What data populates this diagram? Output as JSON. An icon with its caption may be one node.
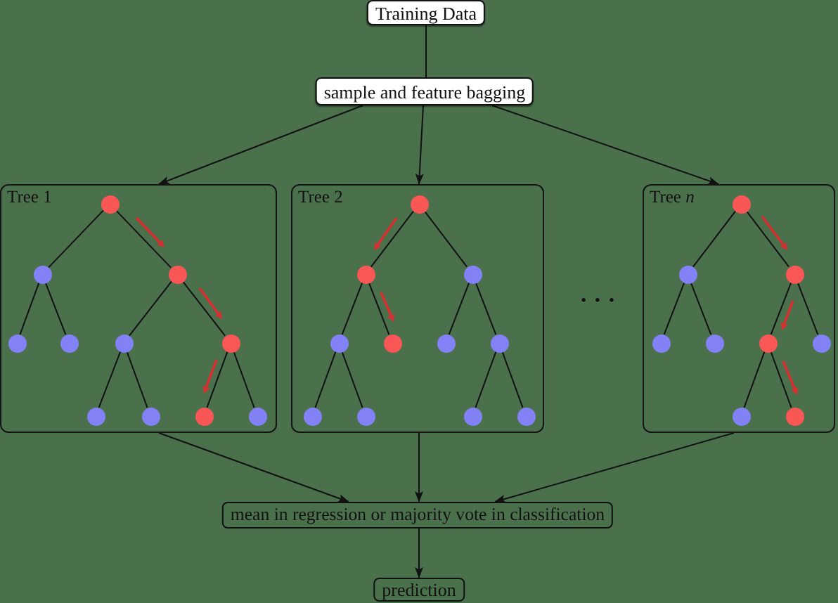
{
  "diagram": {
    "nodes": [
      {
        "text": [
          "Training Data"
        ]
      },
      {
        "text": [
          "sample and feature bagging"
        ]
      },
      {
        "text": [
          "Tree 1"
        ]
      },
      {
        "text": [],
        "shape": "circle",
        "in": 2
      },
      {
        "text": [],
        "shape": "circle",
        "in": 2
      },
      {
        "text": [],
        "shape": "circle",
        "in": 2
      },
      {
        "text": [],
        "shape": "circle",
        "in": 2
      },
      {
        "text": [],
        "shape": "circle",
        "in": 2
      },
      {
        "text": [],
        "shape": "circle",
        "in": 2
      },
      {
        "text": [],
        "shape": "circle",
        "in": 2
      },
      {
        "text": [],
        "shape": "circle",
        "in": 2
      },
      {
        "text": [],
        "shape": "circle",
        "in": 2
      },
      {
        "text": [],
        "shape": "circle",
        "in": 2
      },
      {
        "text": [],
        "shape": "circle",
        "in": 2
      },
      {
        "text": [
          "Tree 2"
        ]
      },
      {
        "text": [],
        "shape": "circle",
        "in": 14
      },
      {
        "text": [],
        "shape": "circle",
        "in": 14
      },
      {
        "text": [],
        "shape": "circle",
        "in": 14
      },
      {
        "text": [],
        "shape": "circle",
        "in": 14
      },
      {
        "text": [],
        "shape": "circle",
        "in": 14
      },
      {
        "text": [],
        "shape": "circle",
        "in": 14
      },
      {
        "text": [],
        "shape": "circle",
        "in": 14
      },
      {
        "text": [],
        "shape": "circle",
        "in": 14
      },
      {
        "text": [],
        "shape": "circle",
        "in": 14
      },
      {
        "text": [],
        "shape": "circle",
        "in": 14
      },
      {
        "text": [],
        "shape": "circle",
        "in": 14
      },
      {
        "text": [
          "Tree *n*"
        ]
      },
      {
        "text": [],
        "shape": "circle",
        "in": 26
      },
      {
        "text": [],
        "shape": "circle",
        "in": 26
      },
      {
        "text": [],
        "shape": "circle",
        "in": 26
      },
      {
        "text": [],
        "shape": "circle",
        "in": 26
      },
      {
        "text": [],
        "shape": "circle",
        "in": 26
      },
      {
        "text": [],
        "shape": "circle",
        "in": 26
      },
      {
        "text": [],
        "shape": "circle",
        "in": 26
      },
      {
        "text": [],
        "shape": "circle",
        "in": 26
      },
      {
        "text": [],
        "shape": "circle",
        "in": 26
      },
      {
        "text": [
          "mean in regression or majority vote in classification"
        ]
      },
      {
        "text": [
          "prediction"
        ]
      }
    ],
    "edges": [
      {
        "from": 0,
        "to": 1,
        "arrow": "none"
      },
      {
        "from": 1,
        "to": 2,
        "arrow": "to"
      },
      {
        "from": 1,
        "to": 14,
        "arrow": "to"
      },
      {
        "from": 1,
        "to": 26,
        "arrow": "to"
      },
      {
        "from": 3,
        "to": 4,
        "arrow": "none"
      },
      {
        "from": 3,
        "to": 5,
        "arrow": "none"
      },
      {
        "from": 4,
        "to": 6,
        "arrow": "none"
      },
      {
        "from": 4,
        "to": 7,
        "arrow": "none"
      },
      {
        "from": 5,
        "to": 8,
        "arrow": "none"
      },
      {
        "from": 5,
        "to": 9,
        "arrow": "none"
      },
      {
        "from": 8,
        "to": 10,
        "arrow": "none"
      },
      {
        "from": 8,
        "to": 11,
        "arrow": "none"
      },
      {
        "from": 9,
        "to": 12,
        "arrow": "none"
      },
      {
        "from": 9,
        "to": 13,
        "arrow": "none"
      },
      {
        "from": 15,
        "to": 16,
        "arrow": "none"
      },
      {
        "from": 15,
        "to": 17,
        "arrow": "none"
      },
      {
        "from": 16,
        "to": 18,
        "arrow": "none"
      },
      {
        "from": 16,
        "to": 19,
        "arrow": "none"
      },
      {
        "from": 17,
        "to": 20,
        "arrow": "none"
      },
      {
        "from": 17,
        "to": 21,
        "arrow": "none"
      },
      {
        "from": 18,
        "to": 22,
        "arrow": "none"
      },
      {
        "from": 18,
        "to": 23,
        "arrow": "none"
      },
      {
        "from": 21,
        "to": 24,
        "arrow": "none"
      },
      {
        "from": 21,
        "to": 25,
        "arrow": "none"
      },
      {
        "from": 27,
        "to": 28,
        "arrow": "none"
      },
      {
        "from": 27,
        "to": 29,
        "arrow": "none"
      },
      {
        "from": 28,
        "to": 30,
        "arrow": "none"
      },
      {
        "from": 28,
        "to": 31,
        "arrow": "none"
      },
      {
        "from": 29,
        "to": 32,
        "arrow": "none"
      },
      {
        "from": 29,
        "to": 33,
        "arrow": "none"
      },
      {
        "from": 32,
        "to": 34,
        "arrow": "none"
      },
      {
        "from": 32,
        "to": 35,
        "arrow": "none"
      },
      {
        "from": 2,
        "to": 36,
        "arrow": "to"
      },
      {
        "from": 14,
        "to": 36,
        "arrow": "to"
      },
      {
        "from": 26,
        "to": 36,
        "arrow": "to"
      },
      {
        "from": 36,
        "to": 37,
        "arrow": "to"
      }
    ],
    "labels": [
      "· · ·"
    ]
  }
}
